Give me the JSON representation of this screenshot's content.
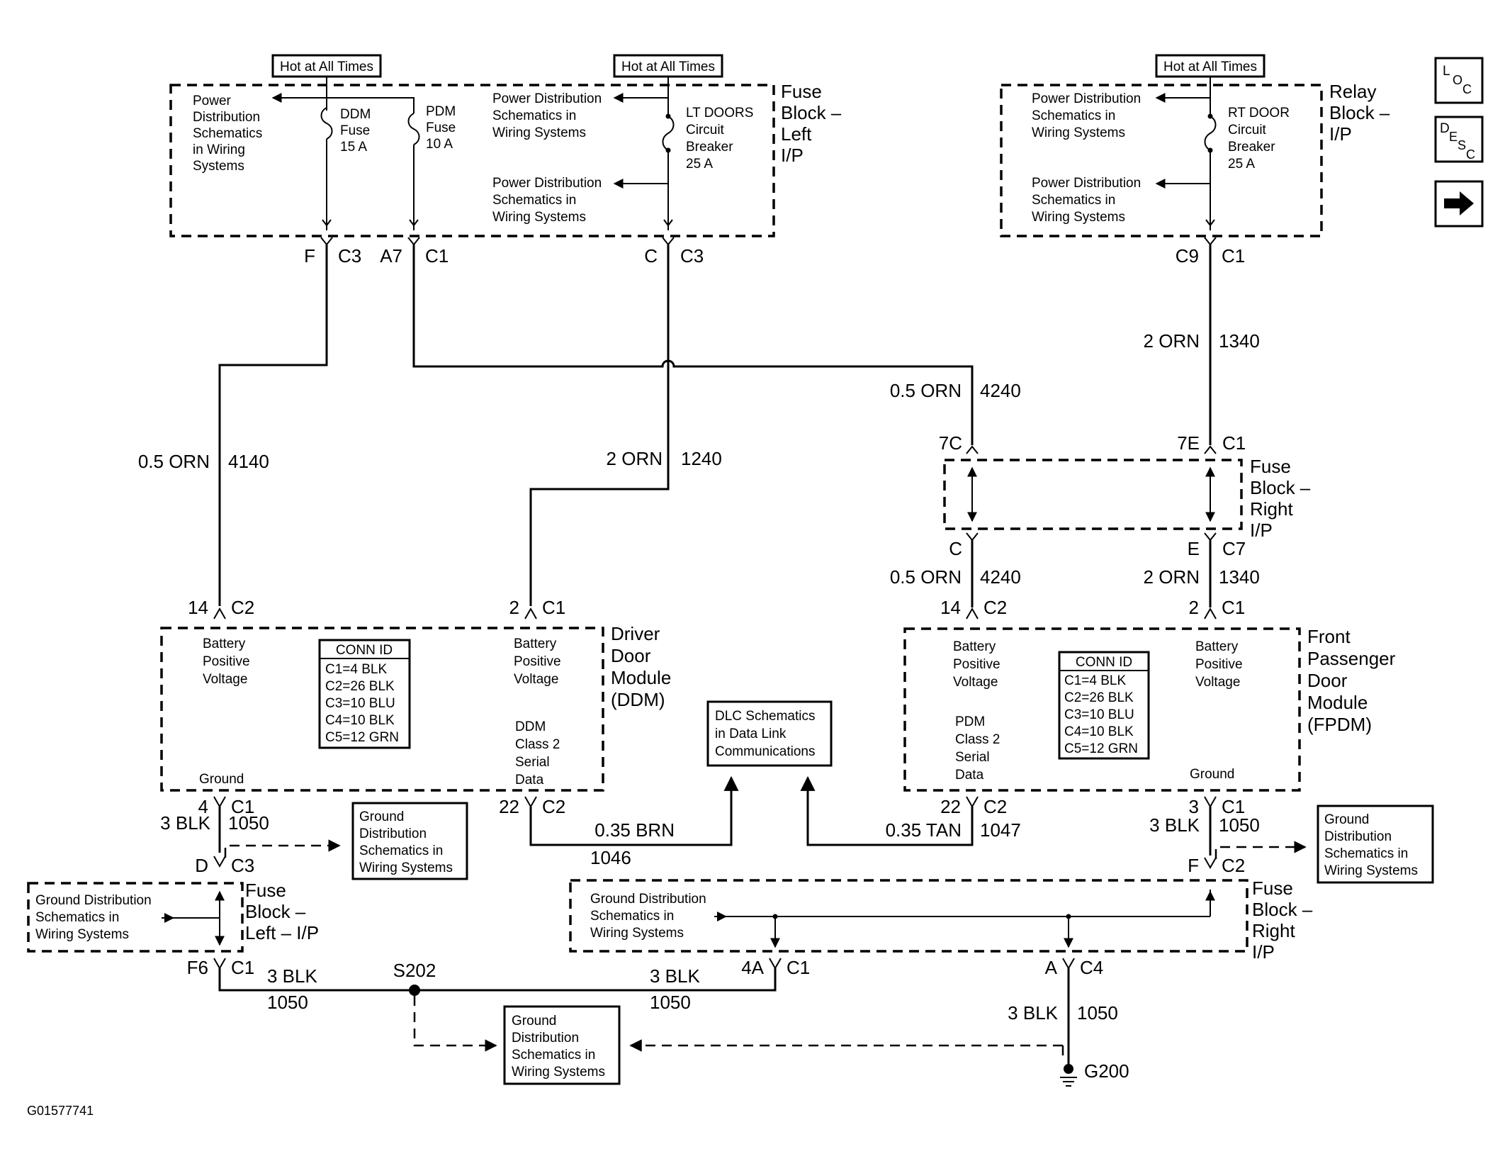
{
  "hot_labels": [
    "Hot at All Times",
    "Hot at All Times",
    "Hot at All Times"
  ],
  "blocks": {
    "fuse_left_top": [
      "Fuse",
      "Block –",
      "Left",
      "I/P"
    ],
    "relay_block": [
      "Relay",
      "Block –",
      "I/P"
    ],
    "fuse_right_mid": [
      "Fuse",
      "Block –",
      "Right",
      "I/P"
    ],
    "ddm": [
      "Driver",
      "Door",
      "Module",
      "(DDM)"
    ],
    "fpdm": [
      "Front",
      "Passenger",
      "Door",
      "Module",
      "(FPDM)"
    ],
    "fuse_left_bot": [
      "Fuse",
      "Block –",
      "Left – I/P"
    ],
    "fuse_right_bot": [
      "Fuse",
      "Block –",
      "Right",
      "I/P"
    ]
  },
  "fuses": {
    "ddm_fuse": [
      "DDM",
      "Fuse",
      "15 A"
    ],
    "pdm_fuse": [
      "PDM",
      "Fuse",
      "10 A"
    ],
    "lt_doors": [
      "LT DOORS",
      "Circuit",
      "Breaker",
      "25 A"
    ],
    "rt_door": [
      "RT DOOR",
      "Circuit",
      "Breaker",
      "25 A"
    ]
  },
  "refs": {
    "pwr_left": [
      "Power",
      "Distribution",
      "Schematics",
      "in Wiring",
      "Systems"
    ],
    "pwr_a": [
      "Power Distribution",
      "Schematics in",
      "Wiring Systems"
    ],
    "pwr_b": [
      "Power Distribution",
      "Schematics in",
      "Wiring Systems"
    ],
    "pwr_c": [
      "Power Distribution",
      "Schematics in",
      "Wiring Systems"
    ],
    "pwr_d": [
      "Power Distribution",
      "Schematics in",
      "Wiring Systems"
    ],
    "dlc": [
      "DLC Schematics",
      "in Data Link",
      "Communications"
    ],
    "gnd_ddm": [
      "Ground",
      "Distribution",
      "Schematics in",
      "Wiring Systems"
    ],
    "gnd_fpdm": [
      "Ground",
      "Distribution",
      "Schematics in",
      "Wiring Systems"
    ],
    "gnd_left_block": [
      "Ground Distribution",
      "Schematics in",
      "Wiring Systems"
    ],
    "gnd_right_block": [
      "Ground Distribution",
      "Schematics in",
      "Wiring Systems"
    ],
    "gnd_bottom": [
      "Ground",
      "Distribution",
      "Schematics in",
      "Wiring Systems"
    ]
  },
  "connectors": {
    "f": "F",
    "c3a": "C3",
    "a7": "A7",
    "c1a": "C1",
    "c": "C",
    "c3b": "C3",
    "c9": "C9",
    "c1b": "C1",
    "sevenc": "7C",
    "seven_e": "7E",
    "c1c": "C1",
    "c_mid": "C",
    "e_mid": "E",
    "c7": "C7",
    "ddm_14": "14",
    "ddm_c2": "C2",
    "ddm_2": "2",
    "ddm_c1": "C1",
    "fpdm_14": "14",
    "fpdm_c2": "C2",
    "fpdm_2": "2",
    "fpdm_c1": "C1",
    "ddm_4": "4",
    "ddm_c1b": "C1",
    "ddm_22": "22",
    "ddm_c2b": "C2",
    "fpdm_22": "22",
    "fpdm_c2b": "C2",
    "fpdm_3": "3",
    "fpdm_c1b": "C1",
    "d": "D",
    "c3c": "C3",
    "f_right": "F",
    "c2_right": "C2",
    "f6": "F6",
    "c1d": "C1",
    "fourA": "4A",
    "c1e": "C1",
    "a": "A",
    "c4": "C4"
  },
  "wires": {
    "w4140": [
      "0.5 ORN",
      "4140"
    ],
    "w1240": [
      "2 ORN",
      "1240"
    ],
    "w4240a": [
      "0.5 ORN",
      "4240"
    ],
    "w1340a": [
      "2 ORN",
      "1340"
    ],
    "w4240b": [
      "0.5 ORN",
      "4240"
    ],
    "w1340b": [
      "2 ORN",
      "1340"
    ],
    "w1050a": [
      "3 BLK",
      "1050"
    ],
    "w1046": [
      "0.35 BRN",
      "1046"
    ],
    "w1047": [
      "0.35 TAN",
      "1047"
    ],
    "w1050b": [
      "3 BLK",
      "1050"
    ],
    "w1050c": [
      "3 BLK",
      "1050"
    ],
    "w1050d": [
      "3 BLK",
      "1050"
    ],
    "w1050e": [
      "3 BLK",
      "1050"
    ]
  },
  "ddm": {
    "batt1": [
      "Battery",
      "Positive",
      "Voltage"
    ],
    "batt2": [
      "Battery",
      "Positive",
      "Voltage"
    ],
    "ground": "Ground",
    "data": [
      "DDM",
      "Class 2",
      "Serial",
      "Data"
    ],
    "conn_title": "CONN ID",
    "conn": [
      "C1=4 BLK",
      "C2=26 BLK",
      "C3=10 BLU",
      "C4=10 BLK",
      "C5=12 GRN"
    ]
  },
  "fpdm": {
    "batt1": [
      "Battery",
      "Positive",
      "Voltage"
    ],
    "batt2": [
      "Battery",
      "Positive",
      "Voltage"
    ],
    "ground": "Ground",
    "data": [
      "PDM",
      "Class 2",
      "Serial",
      "Data"
    ],
    "conn_title": "CONN ID",
    "conn": [
      "C1=4 BLK",
      "C2=26 BLK",
      "C3=10 BLU",
      "C4=10 BLK",
      "C5=12 GRN"
    ]
  },
  "splice": "S202",
  "ground_point": "G200",
  "figure_id": "G01577741",
  "nav": {
    "loc": [
      "L",
      "O",
      "C"
    ],
    "desc": [
      "D",
      "E",
      "S",
      "C"
    ],
    "next": "→"
  }
}
